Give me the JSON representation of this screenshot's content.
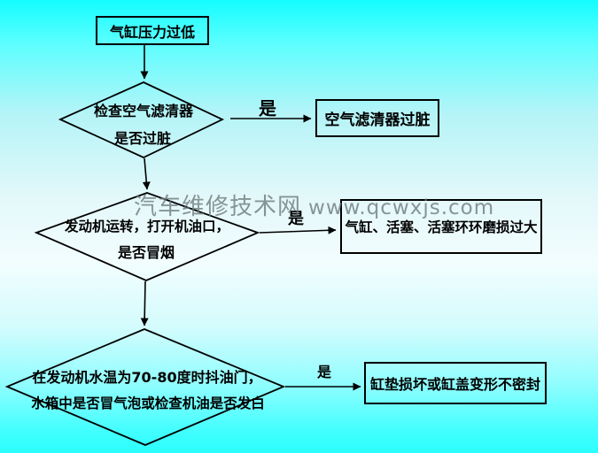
{
  "watermark": {
    "cn": "汽车维修技术网",
    "url": "www.qcwxjs.com"
  },
  "nodes": {
    "start": {
      "label": "气缸压力过低"
    },
    "decision1": {
      "line1": "检查空气滤清器",
      "line2": "是否过脏"
    },
    "result1": {
      "label": "空气滤清器过脏"
    },
    "decision2": {
      "line1": "发动机运转，打开机油口，",
      "line2": "是否冒烟"
    },
    "result2": {
      "label": "气缸、活塞、活塞环环磨损过大"
    },
    "decision3": {
      "line1": "在发动机水温为70-80度时抖油门，",
      "line2": "水箱中是否冒气泡或检查机油是否发白"
    },
    "result3": {
      "label": "缸垫损坏或缸盖变形不密封"
    }
  },
  "edge_labels": {
    "yes1": "是",
    "yes2": "是",
    "yes3": "是"
  },
  "colors": {
    "stroke": "#000000",
    "bg_top": "#14fdff",
    "bg_mid": "#f2fdfe",
    "bg_bottom": "#2bfeff",
    "watermark": "#6c7779"
  }
}
